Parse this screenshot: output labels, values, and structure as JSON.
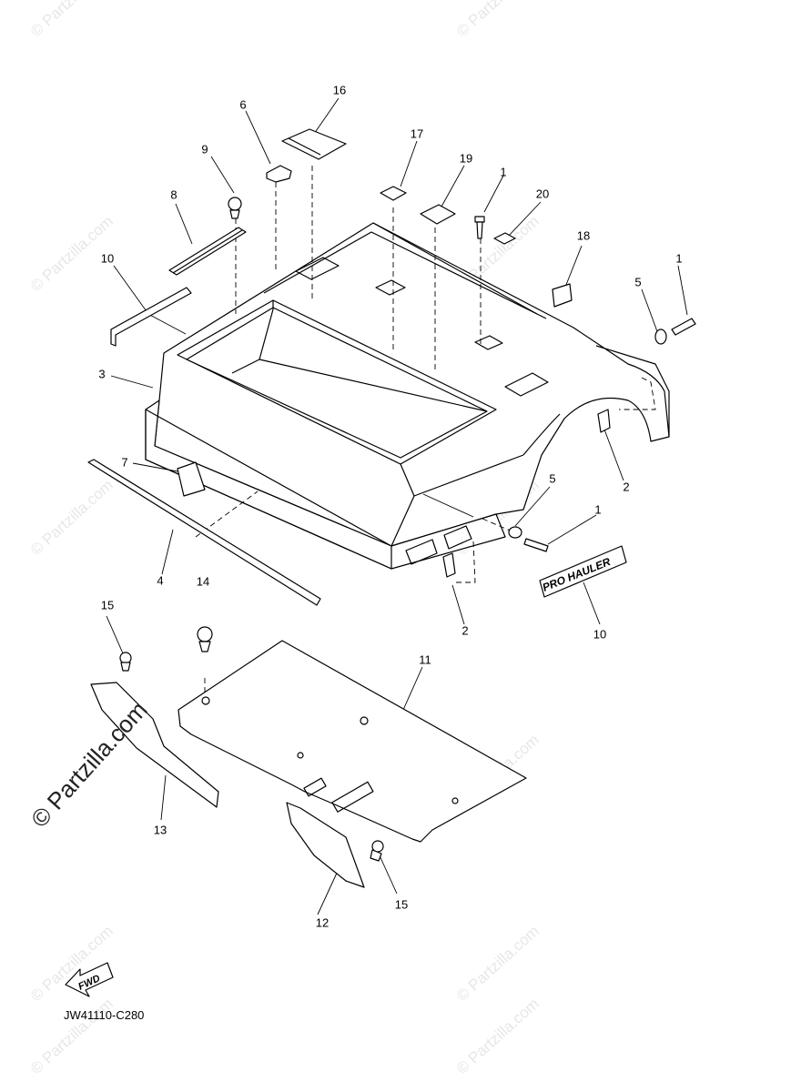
{
  "watermark": "© Partzilla.com",
  "brand_watermark": "© Partzilla.com",
  "diagram_code": "JW41110-C280",
  "fwd_label": "FWD",
  "decal_text": "PRO HAULER",
  "callouts": [
    "16",
    "6",
    "9",
    "17",
    "19",
    "1",
    "20",
    "8",
    "18",
    "10",
    "5",
    "1",
    "3",
    "2",
    "7",
    "5",
    "1",
    "4",
    "14",
    "2",
    "10",
    "15",
    "11",
    "13",
    "15",
    "12"
  ]
}
